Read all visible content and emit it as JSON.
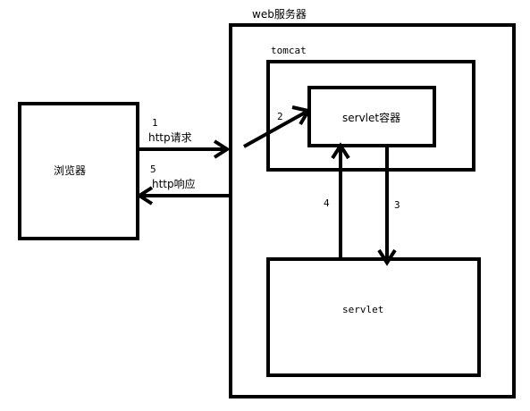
{
  "web_server": {
    "label": "web服务器"
  },
  "tomcat": {
    "label": "tomcat"
  },
  "servlet_container": {
    "label": "servlet容器"
  },
  "servlet": {
    "label": "servlet"
  },
  "browser": {
    "label": "浏览器"
  },
  "steps": {
    "s1": {
      "number": "1",
      "label": "http请求"
    },
    "s2": {
      "number": "2"
    },
    "s3": {
      "number": "3"
    },
    "s4": {
      "number": "4"
    },
    "s5": {
      "number": "5",
      "label": "http响应"
    }
  },
  "colors": {
    "stroke": "#000000",
    "background": "#ffffff"
  }
}
